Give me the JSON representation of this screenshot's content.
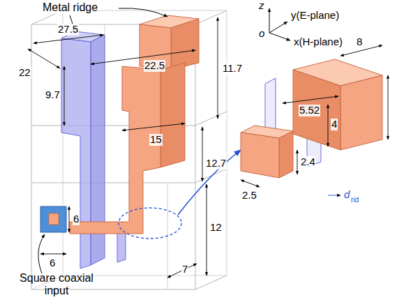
{
  "diagram": {
    "labels": [
      "Metal ridge",
      "27.5",
      "22",
      "22.5",
      "11.7",
      "9.7",
      "15",
      "12.7",
      "12",
      "6",
      "6",
      "7",
      "Square coaxial input",
      "z",
      "y(E-plane)",
      "o",
      "x(H-plane)",
      "8",
      "5.52",
      "4",
      "2.4",
      "2.5",
      "d",
      "rid"
    ]
  }
}
